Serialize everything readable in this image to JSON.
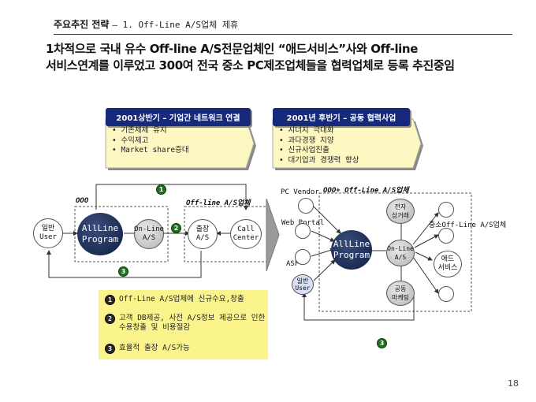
{
  "header": {
    "label": "주요추진 전략",
    "sub": "– 1. Off-Line A/S업체 제휴"
  },
  "title": {
    "line1": "1차적으로 국내 유수 Off-line A/S전문업체인 “애드서비스”사와 Off-line",
    "line2": "서비스연계를 이루었고 300여 전국 중소 PC제조업체들을 협력업체로 등록 추진중임"
  },
  "left_box": {
    "title": "2001상반기 – 기업간 네트워크 연결",
    "items": [
      "• 기존체제 유지",
      "• 수익제고",
      "• Market share증대"
    ]
  },
  "right_box": {
    "title": "2001년 후반기 – 공동 협력사업",
    "items": [
      "• 시너지 극대화",
      "• 과다경쟁 지양",
      "• 신규사업진출",
      "• 대기업과 경쟁력 향상"
    ]
  },
  "left_diagram": {
    "group_label": "OOO",
    "offline_label": "Off-line A/S업체",
    "user": "일반\nUser",
    "allline": "AllLine\nProgram",
    "online": "On-Line\nA/S",
    "repair": "출장\nA/S",
    "call": "Call\nCenter",
    "n1": "1",
    "n2": "2",
    "n3": "3"
  },
  "right_diagram": {
    "group_label": "OOO+ Off-Line A/S업체",
    "pc_vendor": "PC Vendor",
    "web_portal": "Web Portal",
    "asp": "ASP",
    "user": "일반\nUser",
    "allline": "AllLine\nProgram",
    "online": "On-Line\nA/S",
    "commerce": "전자\n상거래",
    "marketing": "공동\n마케팅",
    "add_service": "애드\n서비스",
    "sme": "중소Off-Line A/S업체",
    "n3": "3"
  },
  "notes": [
    {
      "n": "1",
      "text": "Off-Line A/S업체에 신규수요,창출"
    },
    {
      "n": "2",
      "text": "고객 DB제공, 사전 A/S정보 제공으로 인한\n수용창출 및 비용절감"
    },
    {
      "n": "3",
      "text": "효율적 출장 A/S가능"
    }
  ],
  "page_number": "18"
}
